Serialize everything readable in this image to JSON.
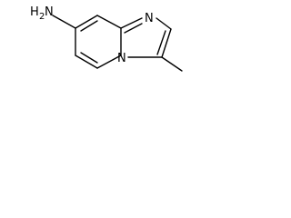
{
  "molecule": {
    "atoms": {
      "amine_n": "N",
      "amine_h": "H",
      "amine_h_count": "2",
      "ring_n_top": "N",
      "ring_n_bridge": "N"
    }
  }
}
